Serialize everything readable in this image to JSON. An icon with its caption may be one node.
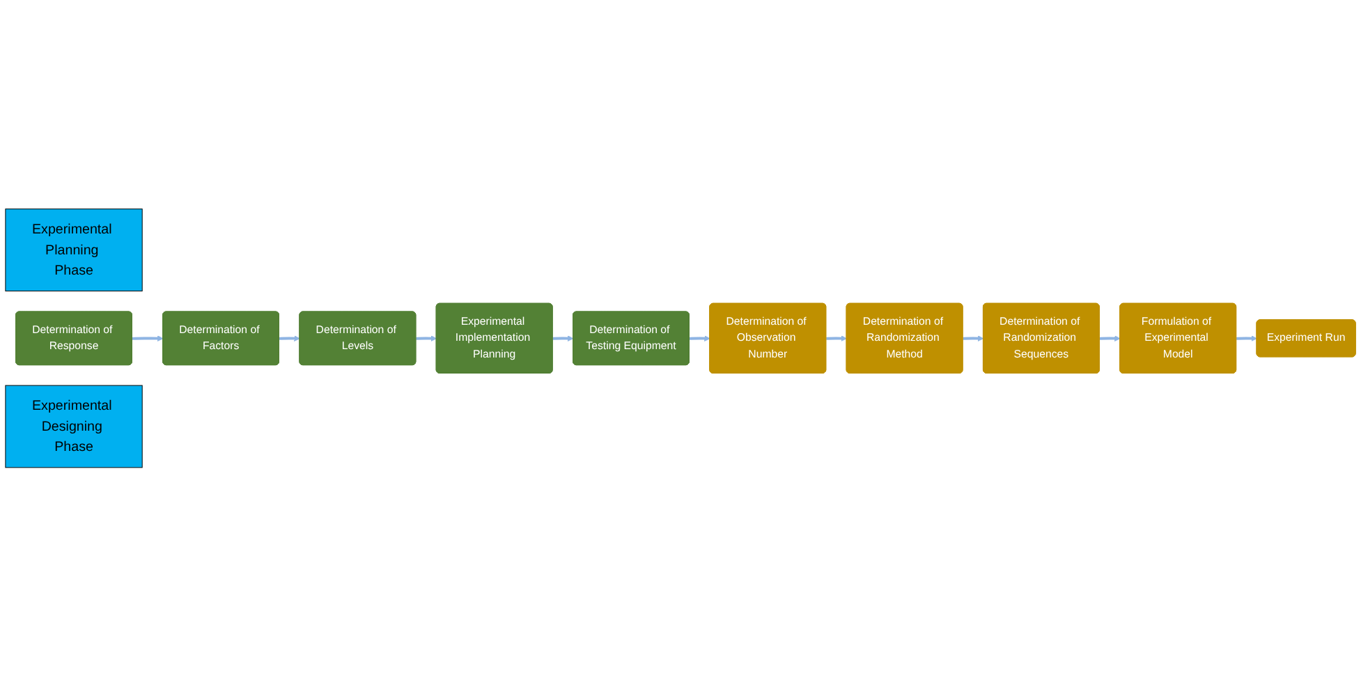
{
  "diagram": {
    "nodes": [
      {
        "text": [
          "Experimental Planning Phase"
        ]
      },
      {
        "text": [
          "Determination of Response"
        ]
      },
      {
        "text": [
          "Determination of Factors"
        ]
      },
      {
        "text": [
          "Determination of Levels"
        ]
      },
      {
        "text": [
          "Experimental Implementation Planning"
        ]
      },
      {
        "text": [
          "Determination of Testing Equipment"
        ]
      },
      {
        "text": [
          "Experiment Run"
        ]
      },
      {
        "text": [
          "Formulation of Experimental Model"
        ]
      },
      {
        "text": [
          "Determination of Randomization Sequences"
        ]
      },
      {
        "text": [
          "Determination of Randomization Method"
        ]
      },
      {
        "text": [
          "Determination of Observation Number"
        ]
      },
      {
        "text": [
          "Experimental Designing Phase"
        ]
      }
    ],
    "edges": [
      {
        "from": 1,
        "to": 2,
        "arrow": "to"
      },
      {
        "from": 2,
        "to": 3,
        "arrow": "to"
      },
      {
        "from": 3,
        "to": 4,
        "arrow": "to"
      },
      {
        "from": 4,
        "to": 5,
        "arrow": "to"
      },
      {
        "from": 5,
        "to": 10,
        "arrow": "to"
      },
      {
        "from": 10,
        "to": 9,
        "arrow": "to"
      },
      {
        "from": 9,
        "to": 8,
        "arrow": "to"
      },
      {
        "from": 8,
        "to": 7,
        "arrow": "to"
      },
      {
        "from": 7,
        "to": 6,
        "arrow": "to"
      }
    ]
  }
}
